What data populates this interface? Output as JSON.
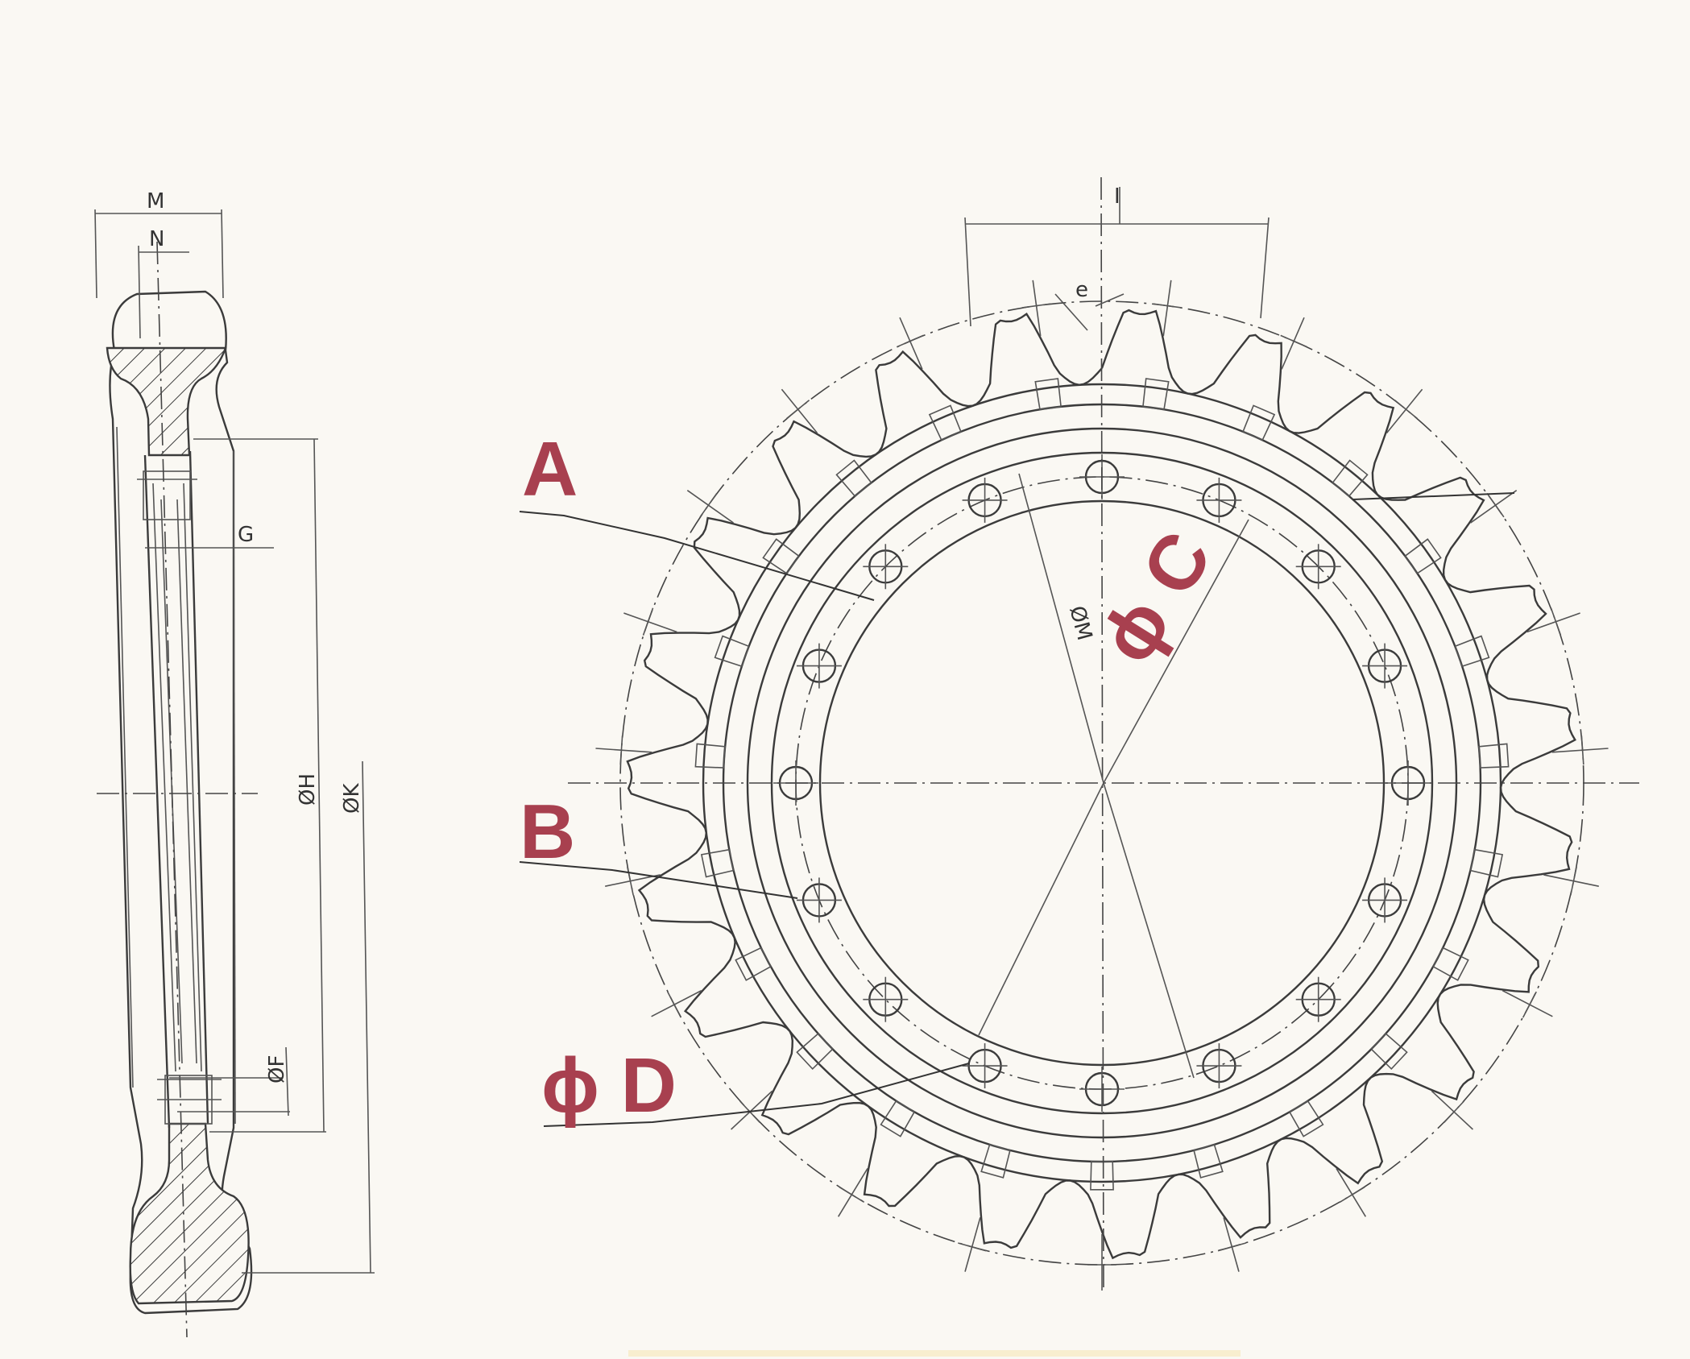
{
  "side_view": {
    "dims": [
      "M",
      "N",
      "G",
      "ØH",
      "ØK",
      "ØF"
    ]
  },
  "front_view": {
    "dims": [
      "I",
      "e",
      "ØM"
    ],
    "tooth_count": 23,
    "bolt_hole_count": 16
  },
  "callouts": {
    "a": "A",
    "b": "B",
    "c": "ϕ C",
    "d": "ϕ D"
  },
  "colors": {
    "callout": "#a8404f",
    "line": "#3b3b3b",
    "paper": "#faf8f3"
  }
}
